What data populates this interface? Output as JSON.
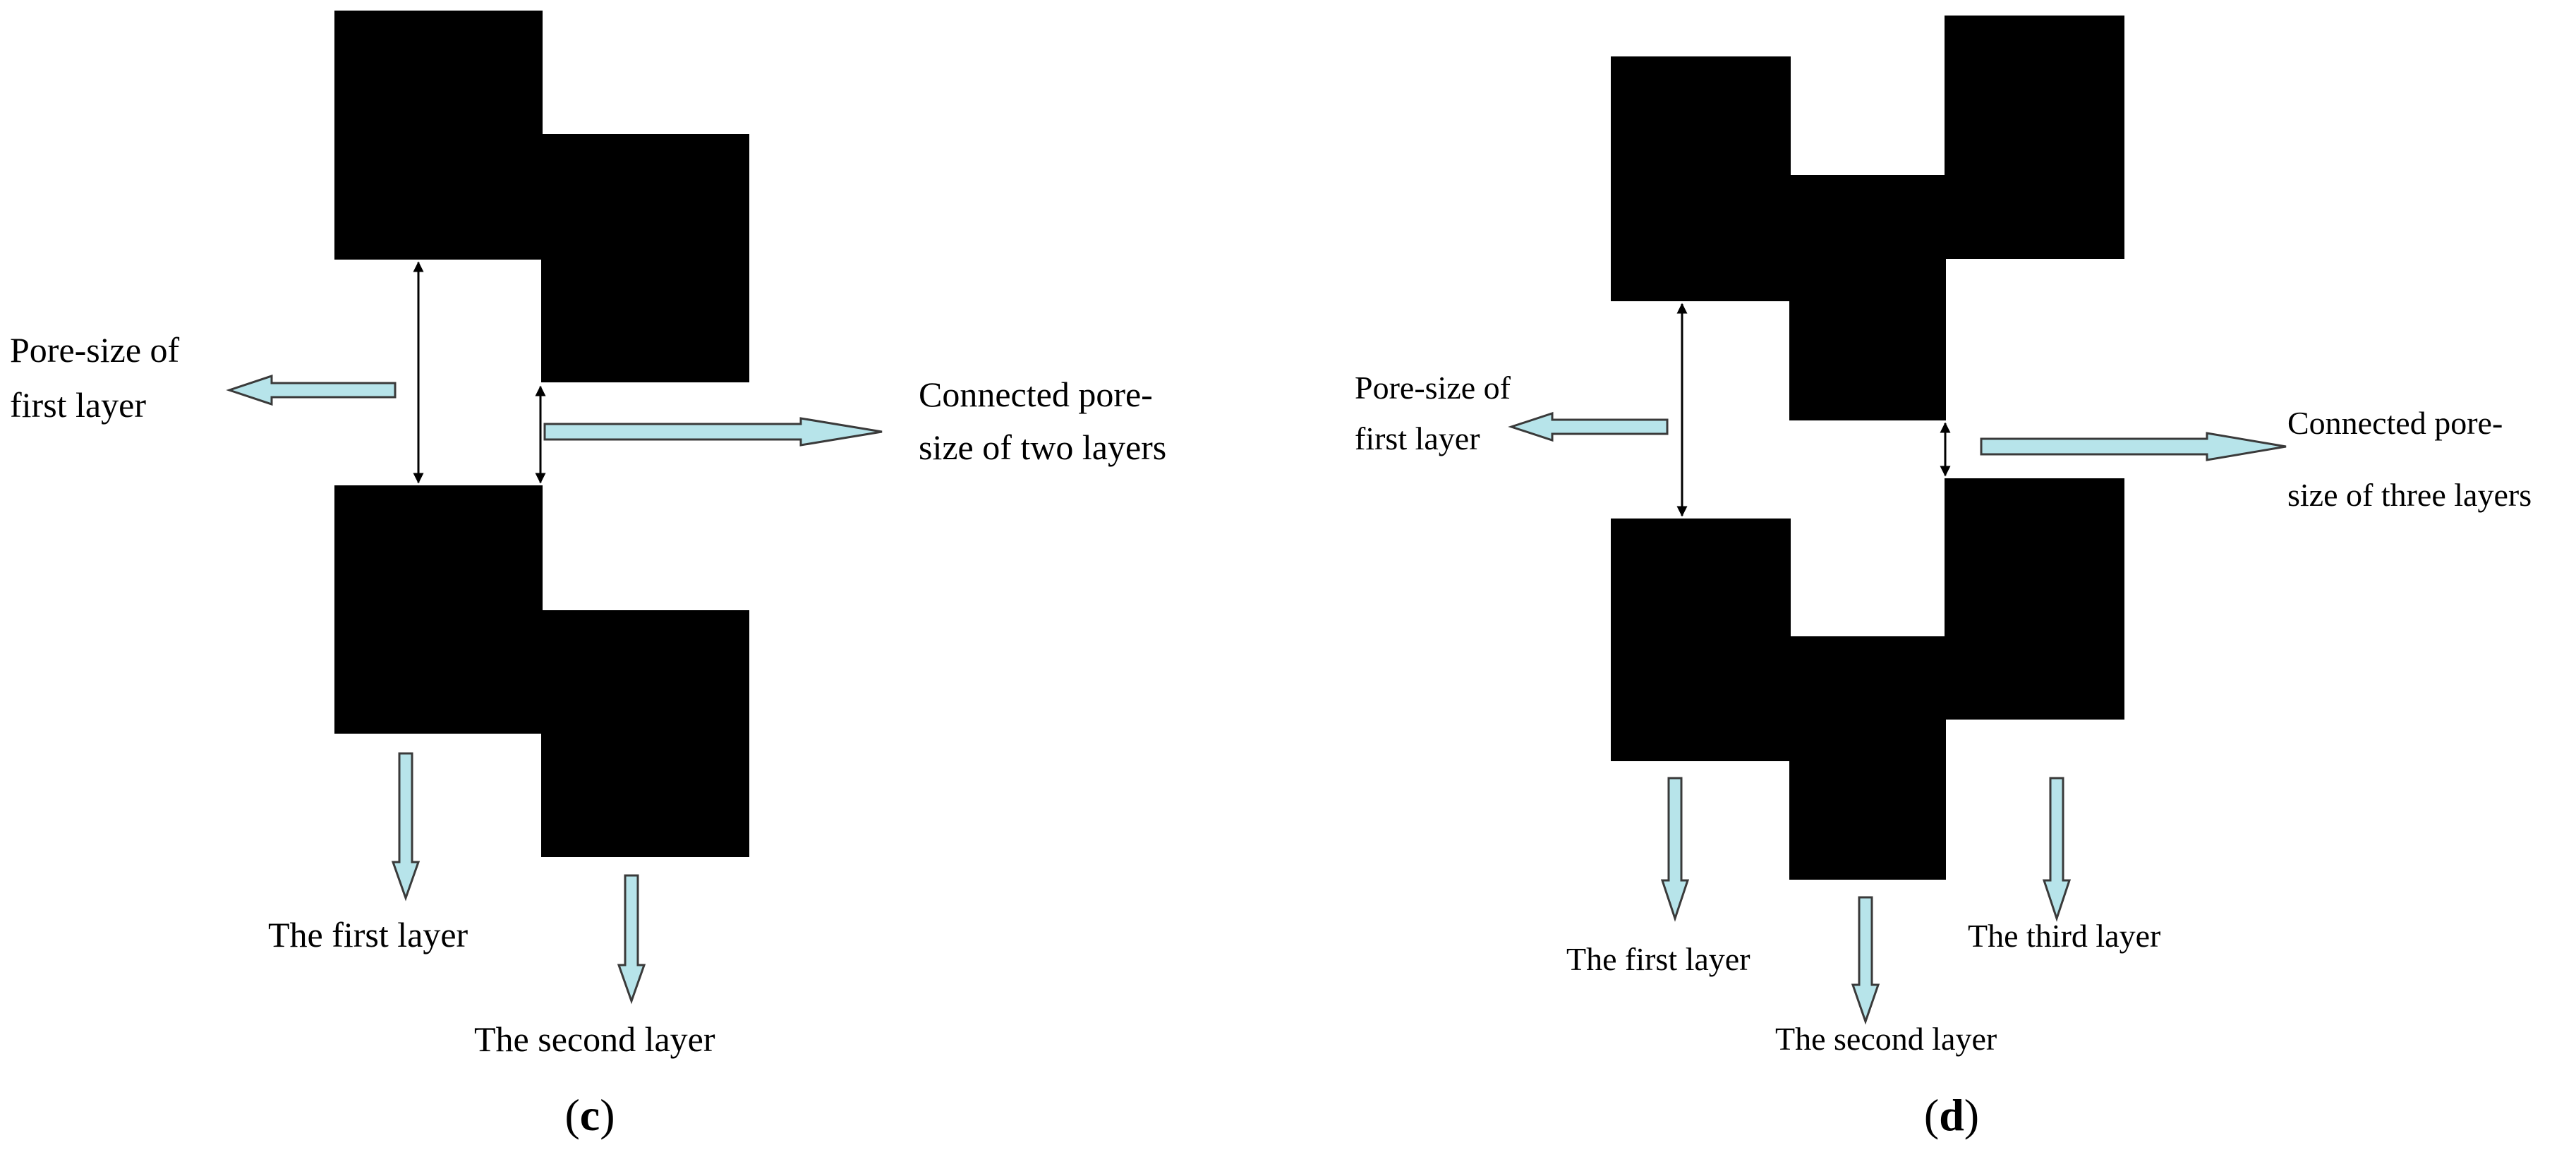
{
  "panel_c": {
    "pore_first_l1": "Pore-size of",
    "pore_first_l2": "first layer",
    "connected_l1": "Connected pore-",
    "connected_l2": "size of two layers",
    "first_layer": "The first layer",
    "second_layer": "The second layer",
    "caption_open": "(",
    "caption_letter": "c",
    "caption_close": ")"
  },
  "panel_d": {
    "pore_first_l1": "Pore-size of",
    "pore_first_l2": "first layer",
    "connected_l1": "Connected pore-",
    "connected_l2": "size of three layers",
    "first_layer": "The first layer",
    "second_layer": "The second layer",
    "third_layer": "The third layer",
    "caption_open": "(",
    "caption_letter": "d",
    "caption_close": ")"
  },
  "colors": {
    "block": "#000000",
    "pointer_fill": "#b7e4ea",
    "pointer_stroke": "#3a3a3a"
  }
}
